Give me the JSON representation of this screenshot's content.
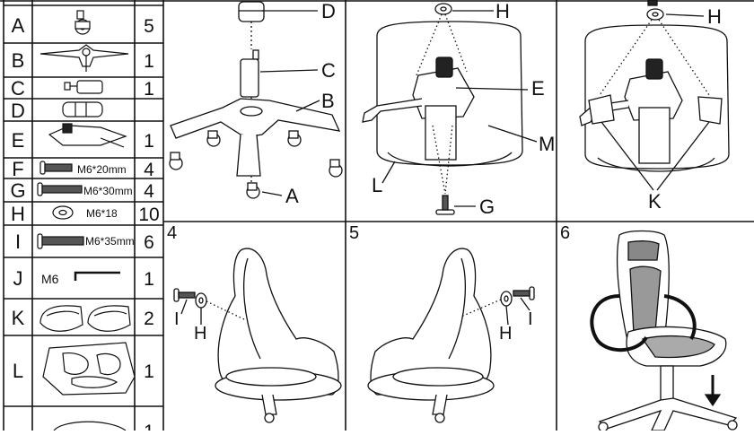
{
  "parts": [
    {
      "letter": "A",
      "qty": "5",
      "label": ""
    },
    {
      "letter": "B",
      "qty": "1",
      "label": ""
    },
    {
      "letter": "C",
      "qty": "1",
      "label": ""
    },
    {
      "letter": "D",
      "qty": "",
      "label": ""
    },
    {
      "letter": "E",
      "qty": "1",
      "label": ""
    },
    {
      "letter": "F",
      "qty": "4",
      "label": "M6*20mm"
    },
    {
      "letter": "G",
      "qty": "4",
      "label": "M6*30mm"
    },
    {
      "letter": "H",
      "qty": "10",
      "label": "M6*18"
    },
    {
      "letter": "I",
      "qty": "6",
      "label": "M6*35mm"
    },
    {
      "letter": "J",
      "qty": "1",
      "label": "M6"
    },
    {
      "letter": "K",
      "qty": "2",
      "label": ""
    },
    {
      "letter": "L",
      "qty": "1",
      "label": ""
    },
    {
      "letter": "",
      "qty": "1",
      "label": ""
    }
  ],
  "steps": {
    "s1": {
      "callouts": [
        "D",
        "C",
        "B",
        "A"
      ]
    },
    "s2": {
      "callouts": [
        "H",
        "E",
        "M",
        "L",
        "G"
      ]
    },
    "s3": {
      "callouts": [
        "H",
        "K"
      ]
    },
    "s4": {
      "number": "4",
      "callouts": [
        "I",
        "H"
      ]
    },
    "s5": {
      "number": "5",
      "callouts": [
        "H",
        "I"
      ]
    },
    "s6": {
      "number": "6"
    }
  }
}
